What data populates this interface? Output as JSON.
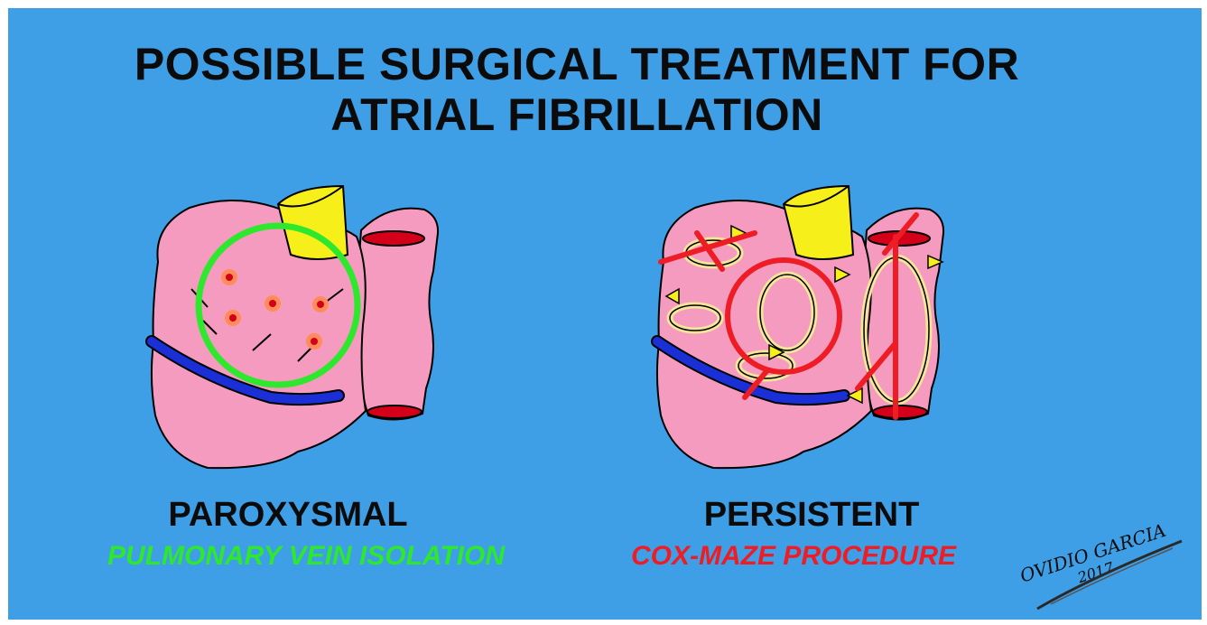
{
  "title": {
    "line1": "POSSIBLE SURGICAL TREATMENT FOR",
    "line2": "ATRIAL FIBRILLATION"
  },
  "left_panel": {
    "heading": "PAROXYSMAL",
    "subheading": "PULMONARY VEIN ISOLATION",
    "subheading_color": "#2ee82e",
    "icons": [
      "heart-icon",
      "ablation-circle-icon",
      "pulmonary-vein-dot-icon"
    ]
  },
  "right_panel": {
    "heading": "PERSISTENT",
    "subheading": "COX-MAZE PROCEDURE",
    "subheading_color": "#ee1c24",
    "icons": [
      "heart-icon",
      "maze-line-icon",
      "reentry-arrow-icon"
    ]
  },
  "signature": {
    "name": "OVIDIO GARCIA",
    "year": "2017"
  },
  "colors": {
    "background": "#3f9fe6",
    "heart": "#f59bc0",
    "aorta": "#f7ef1a",
    "vein": "#1a2fd6",
    "lesion": "#ee1c24"
  }
}
